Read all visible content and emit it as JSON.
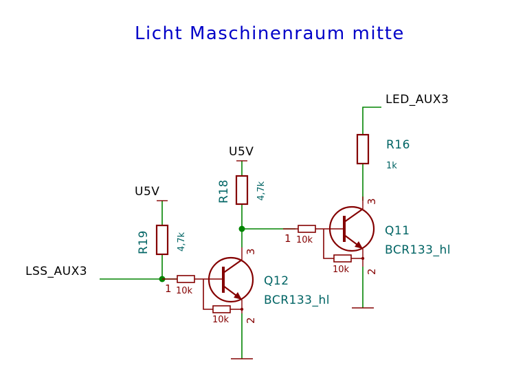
{
  "title": "Licht Maschinenraum mitte",
  "nets": {
    "led": "LED_AUX3",
    "lss": "LSS_AUX3",
    "u5v_left": "U5V",
    "u5v_mid": "U5V"
  },
  "resistors": {
    "r16": {
      "ref": "R16",
      "value": "1k"
    },
    "r18": {
      "ref": "R18",
      "value": "4,7k"
    },
    "r19": {
      "ref": "R19",
      "value": "4,7k"
    }
  },
  "transistors": {
    "q11": {
      "ref": "Q11",
      "value": "BCR133_hl",
      "r_base": "10k",
      "r_be": "10k"
    },
    "q12": {
      "ref": "Q12",
      "value": "BCR133_hl",
      "r_base": "10k",
      "r_be": "10k"
    }
  },
  "pins": {
    "q12_base": "1",
    "q12_collector": "3",
    "q12_emitter": "2",
    "q11_base": "1",
    "q11_collector": "3",
    "q11_emitter": "2"
  },
  "colors": {
    "wire": "#008400",
    "component": "#840000",
    "reference": "#006464",
    "title": "#0000c8"
  }
}
